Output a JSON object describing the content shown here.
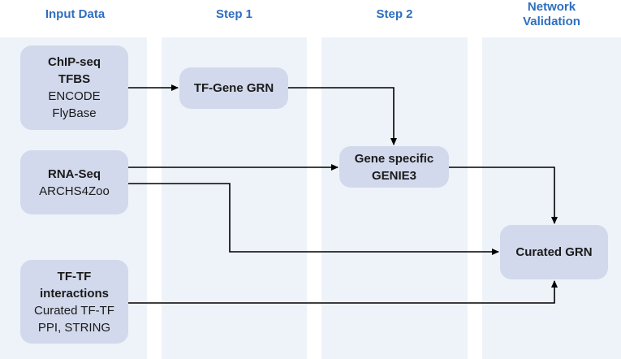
{
  "columns": [
    {
      "label": "Input Data"
    },
    {
      "label": "Step 1"
    },
    {
      "label": "Step 2"
    },
    {
      "label": "Network\nValidation"
    }
  ],
  "nodes": {
    "chipseq": {
      "title_1": "ChIP-seq",
      "title_2": "TFBS",
      "line_1": "ENCODE",
      "line_2": "FlyBase"
    },
    "rnaseq": {
      "title": "RNA-Seq",
      "line_1": "ARCHS4Zoo"
    },
    "tftf": {
      "title_1": "TF-TF",
      "title_2": "interactions",
      "line_1": "Curated TF-TF",
      "line_2": "PPI, STRING"
    },
    "tfgene": {
      "title": "TF-Gene GRN"
    },
    "genie": {
      "title_1": "Gene specific",
      "title_2": "GENIE3"
    },
    "curated": {
      "title": "Curated GRN"
    }
  },
  "colors": {
    "header": "#2e6fbf",
    "column_bg": "#eef3f9",
    "node_bg": "#d2d9ec",
    "arrow": "#000000"
  }
}
